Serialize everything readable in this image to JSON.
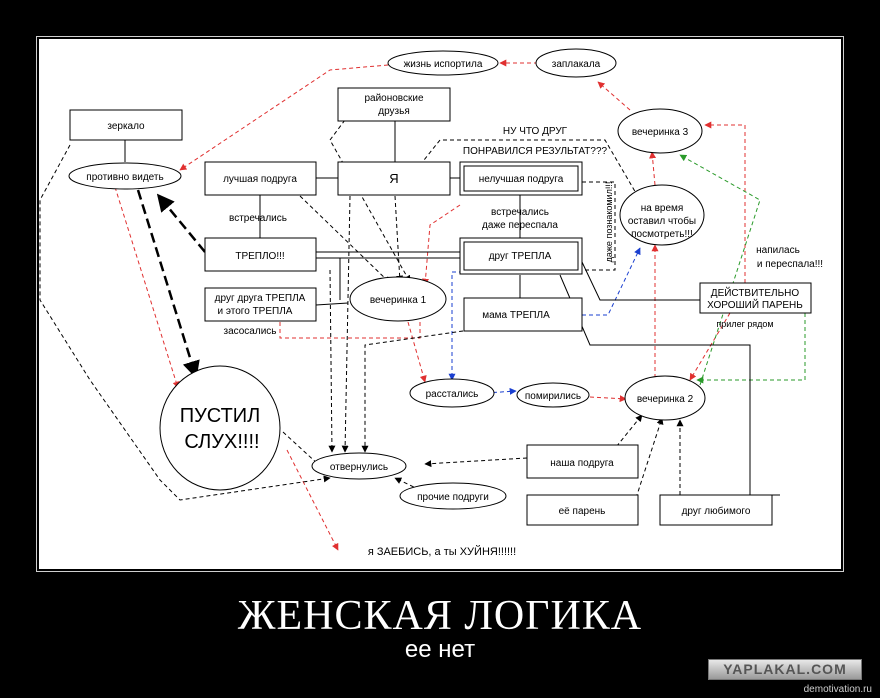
{
  "nodes": {
    "zhizn": "жизнь испортила",
    "zaplakala": "заплакала",
    "zerkalo": "зеркало",
    "rayon1": "районовские",
    "rayon2": "друзья",
    "nu_chto1": "НУ ЧТО ДРУГ",
    "nu_chto2": "ПОНРАВИЛСЯ РЕЗУЛЬТАТ???",
    "vecherinka3": "вечеринка 3",
    "protivno": "противно видеть",
    "luchshaya": "лучшая подруга",
    "ya": "Я",
    "neluchshaya": "нелучшая подруга",
    "vstrechalis": "встречались",
    "vstrechalis2a": "встречались",
    "vstrechalis2b": "даже переспала",
    "dazhe_poznakomil": "даже познакомил!!!",
    "na_vremya1": "на время",
    "na_vremya2": "оставил чтобы",
    "na_vremya3": "посмотреть!!!",
    "treplo": "ТРЕПЛО!!!",
    "drug_trepla": "друг ТРЕПЛА",
    "napilas1": "напилась",
    "napilas2": "и переспала!!!",
    "drug_druga1": "друг друга ТРЕПЛА",
    "drug_druga2": "и этого ТРЕПЛА",
    "vecherinka1": "вечеринка 1",
    "mama_trepla": "мама ТРЕПЛА",
    "deystv1": "ДЕЙСТВИТЕЛЬНО",
    "deystv2": "ХОРОШИЙ ПАРЕНЬ",
    "priljeg": "прилег рядом",
    "zasosalis": "засосались",
    "rasstalis": "расстались",
    "pomirilis": "помирились",
    "vecherinka2": "вечеринка 2",
    "pustil1": "ПУСТИЛ",
    "pustil2": "СЛУХ!!!!",
    "nasha": "наша подруга",
    "otvernulis": "отвернулись",
    "prochie": "прочие подруги",
    "ee_paren": "её парень",
    "drug_lyubimogo": "друг любимого",
    "ya_zaebis": "я ЗАЕБИСЬ, а ты ХУЙНЯ!!!!!!"
  },
  "caption": {
    "title": "ЖЕНСКАЯ ЛОГИКА",
    "subtitle": "ее нет"
  },
  "badge": "YAPLAKAL.COM",
  "site": "demotivation.ru",
  "colors": {
    "red": "#e03030",
    "blue": "#1a3fd0",
    "green": "#2a9a2a"
  }
}
